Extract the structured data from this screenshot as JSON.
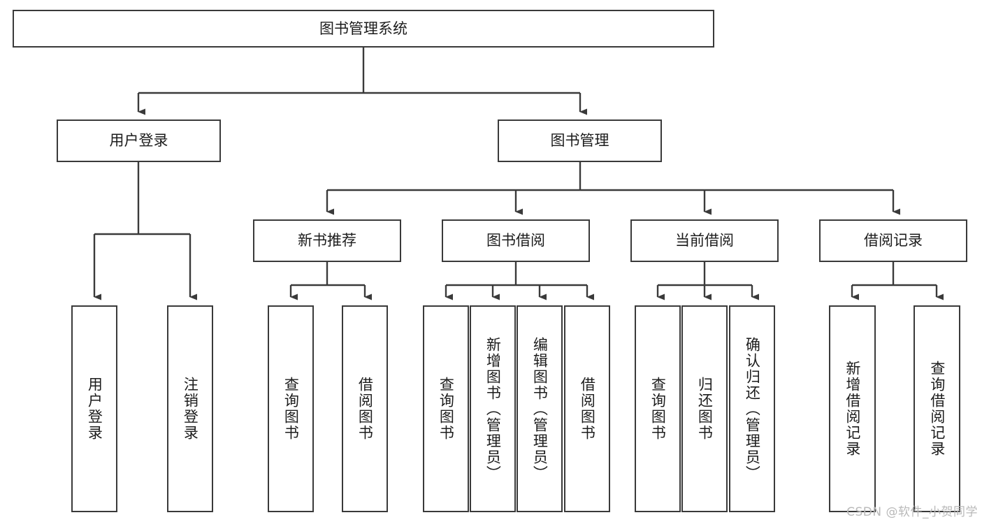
{
  "diagram": {
    "title": "图书管理系统",
    "type": "tree-hierarchy-chart",
    "watermark": "CSDN @软件_小贺同学",
    "colors": {
      "box_border": "#3a3a3a",
      "box_fill": "#ffffff",
      "edge": "#3a3a3a",
      "text": "#1c1c1c",
      "watermark": "#b9b9b9",
      "background": "#ffffff"
    },
    "root": {
      "label": "图书管理系统"
    },
    "level2": [
      {
        "label": "用户登录"
      },
      {
        "label": "图书管理"
      }
    ],
    "level3": [
      {
        "label": "新书推荐"
      },
      {
        "label": "图书借阅"
      },
      {
        "label": "当前借阅"
      },
      {
        "label": "借阅记录"
      }
    ],
    "leaves": {
      "user_login": [
        {
          "label": "用户登录"
        },
        {
          "label": "注销登录"
        }
      ],
      "new_book_recommend": [
        {
          "label": "查询图书"
        },
        {
          "label": "借阅图书"
        }
      ],
      "book_borrow": [
        {
          "label": "查询图书"
        },
        {
          "label": "新增图书（管理员）"
        },
        {
          "label": "编辑图书（管理员）"
        },
        {
          "label": "借阅图书"
        }
      ],
      "current_borrow": [
        {
          "label": "查询图书"
        },
        {
          "label": "归还图书"
        },
        {
          "label": "确认归还（管理员）"
        }
      ],
      "borrow_records": [
        {
          "label": "新增借阅记录"
        },
        {
          "label": "查询借阅记录"
        }
      ]
    }
  }
}
